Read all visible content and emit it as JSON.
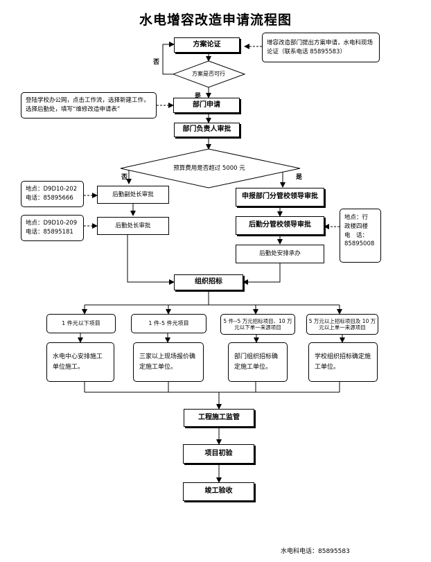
{
  "title": "水电增容改造申请流程图",
  "nodes": {
    "plan_review": "方案论证",
    "feasible": "方案是否可行",
    "dept_apply": "部门申请",
    "dept_head": "部门负责人审批",
    "budget_check": "预算费用是否超过 5000 元",
    "deputy_director": "后勤副处长审批",
    "director": "后勤处长审批",
    "report_leader": "申报部门分管校领导审批",
    "logistics_leader": "后勤分管校领导审批",
    "logistics_arrange": "后勤处安排承办",
    "bidding": "组织招标",
    "construction": "工程施工监管",
    "initial_check": "项目初验",
    "final_check": "竣工验收"
  },
  "labels": {
    "no": "否",
    "yes": "是"
  },
  "notes": {
    "plan_note": "增容改造部门提出方案申请，水电科现场论证（联系电话 85895583）",
    "apply_note": "登陆学校办公网，点击工作流，选择新建工作，选择后勤处，填写“维修改造申请表”",
    "deputy_note_line1": "地点：D9D10-202",
    "deputy_note_line2": "电话：85895666",
    "director_note_line1": "地点：D9D10-209",
    "director_note_line2": "电话：85895181",
    "leader_note_line1": "地点：行",
    "leader_note_line2": "政楼四楼",
    "leader_note_line3": "电　话：",
    "leader_note_line4": "85895008"
  },
  "tiers": [
    {
      "condition": "1 件元以下项目",
      "action": "水电中心安排施工单位施工。"
    },
    {
      "condition": "1 件-5 件元项目",
      "action": "三家以上现场报价确定施工单位。"
    },
    {
      "condition": "5 件--5 万元招标项目、10 万元以下单一来源项目",
      "action": "部门组织招标确定施工单位。"
    },
    {
      "condition": "5 万元以上招标项目及 10 万元以上单一来源项目",
      "action": "学校组织招标确定施工单位。"
    }
  ],
  "footer": "水电科电话：85895583"
}
